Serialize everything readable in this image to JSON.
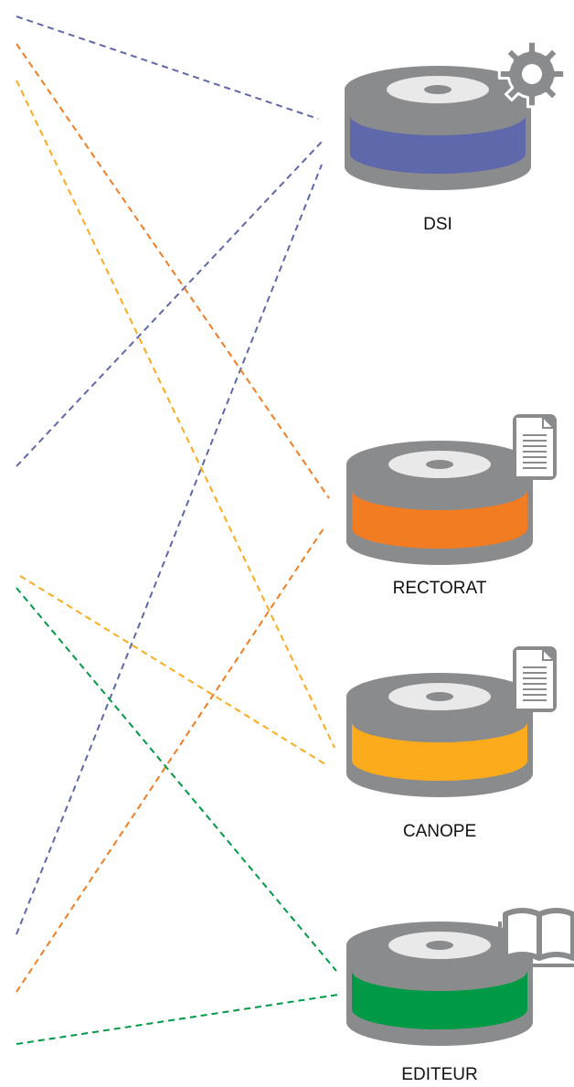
{
  "colors": {
    "disk_gray": "#8a8b8d",
    "disk_top_light": "#e9e9ea",
    "hub_gray": "#8a8b8d",
    "icon_gray": "#8a8b8d",
    "dsi": "#5f68aa",
    "rectorat": "#f27c21",
    "canope": "#fbab1b",
    "editeur": "#009a46"
  },
  "servers": [
    {
      "id": "dsi",
      "label": "DSI",
      "band_color": "#5f68aa",
      "icon": "gear-icon"
    },
    {
      "id": "rectorat",
      "label": "RECTORAT",
      "band_color": "#f27c21",
      "icon": "document-icon"
    },
    {
      "id": "canope",
      "label": "CANOPE",
      "band_color": "#fbab1b",
      "icon": "document-icon"
    },
    {
      "id": "editeur",
      "label": "EDITEUR",
      "band_color": "#009a46",
      "icon": "open-book-icon"
    }
  ],
  "connections": [
    {
      "color": "#5f68aa",
      "server": "dsi"
    },
    {
      "color": "#5f68aa",
      "server": "dsi"
    },
    {
      "color": "#5f68aa",
      "server": "dsi"
    },
    {
      "color": "#f27c21",
      "server": "rectorat"
    },
    {
      "color": "#f27c21",
      "server": "rectorat"
    },
    {
      "color": "#fbab1b",
      "server": "canope"
    },
    {
      "color": "#fbab1b",
      "server": "canope"
    },
    {
      "color": "#009a46",
      "server": "editeur"
    },
    {
      "color": "#009a46",
      "server": "editeur"
    }
  ]
}
